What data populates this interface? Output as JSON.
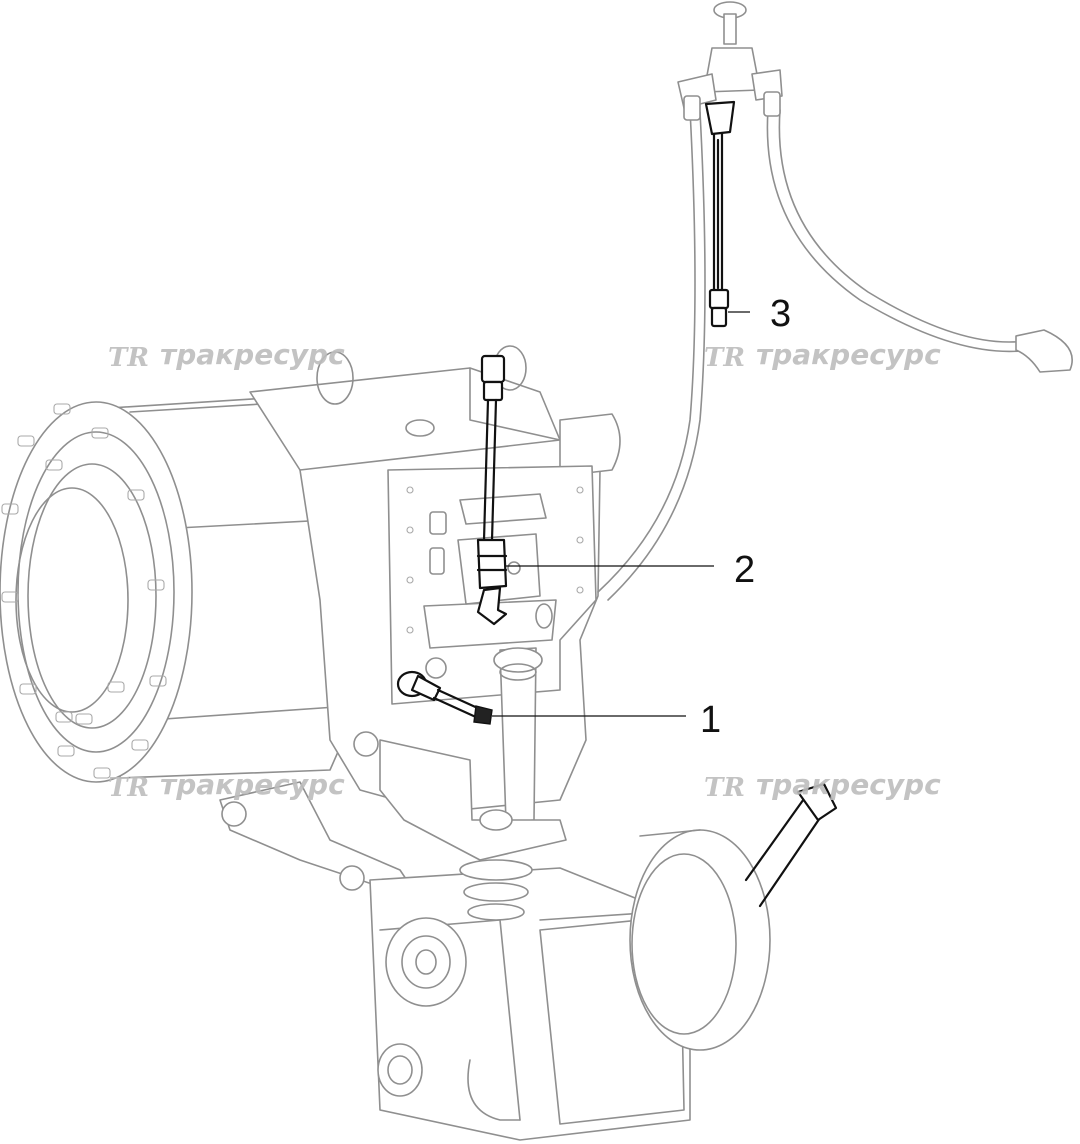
{
  "watermark": {
    "logo_text": "TR",
    "brand_text": "тракресурс"
  },
  "callouts": [
    {
      "number": "1"
    },
    {
      "number": "2"
    },
    {
      "number": "3"
    }
  ],
  "colors": {
    "ghost_outline": "#8f8f8f",
    "highlighted_parts": "#111111",
    "watermark": "#bdbdbd"
  }
}
